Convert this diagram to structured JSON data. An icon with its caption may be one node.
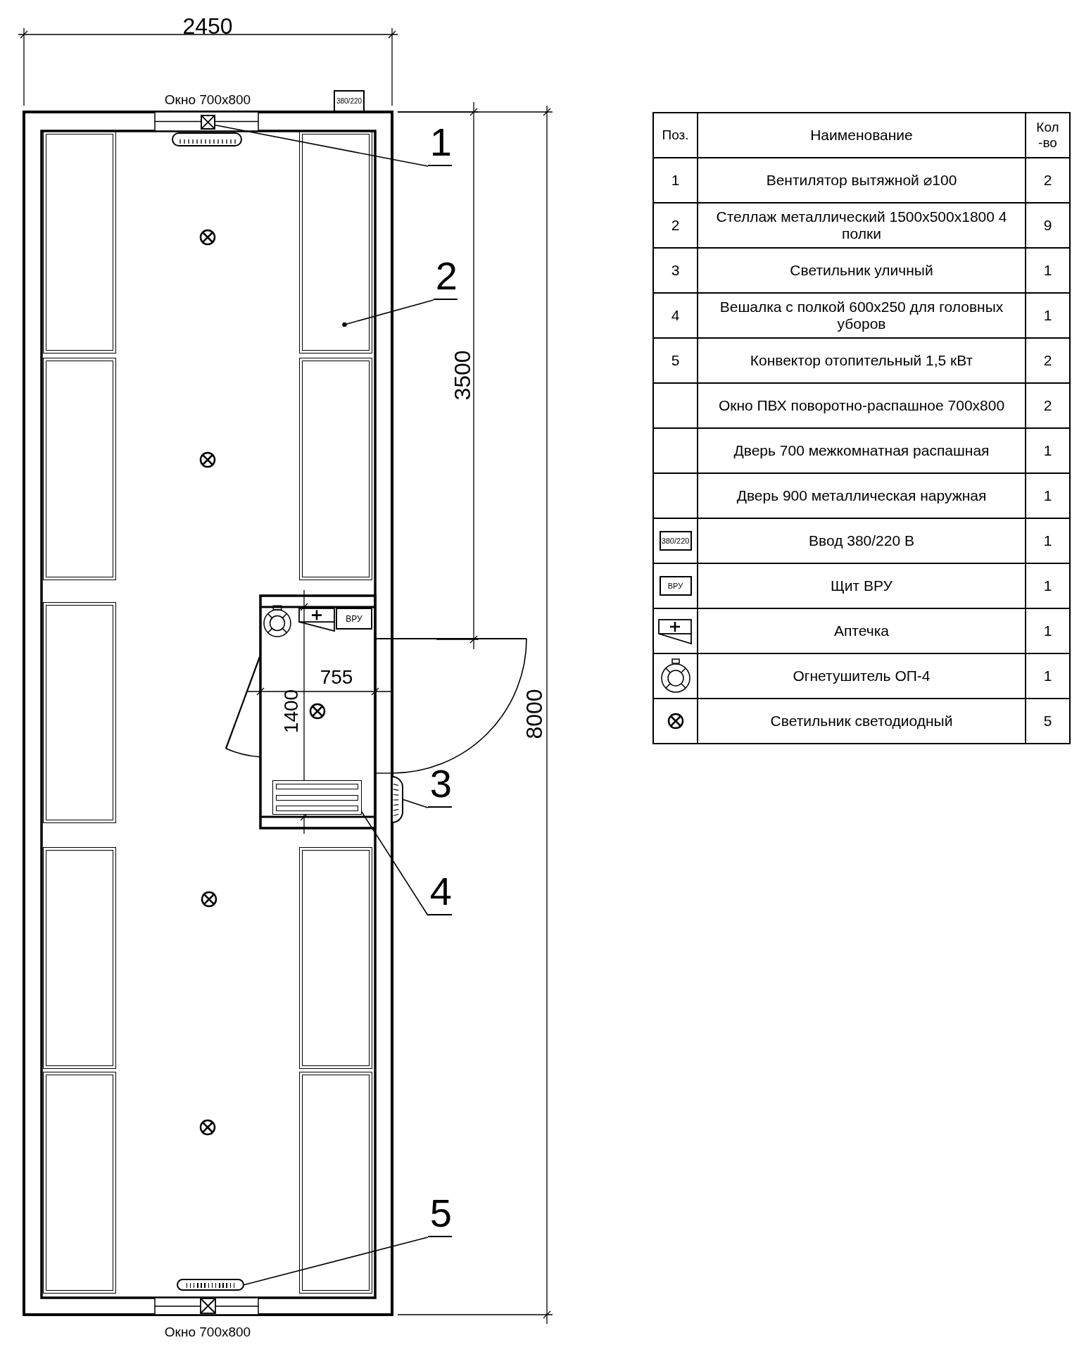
{
  "diagram": {
    "nodes": [
      {
        "text": [
          "1"
        ]
      },
      {
        "text": [],
        "shape": "box"
      },
      {
        "text": [
          "2"
        ]
      },
      {
        "text": [],
        "shape": "box"
      },
      {
        "text": [
          "3"
        ]
      },
      {
        "text": [],
        "shape": "circle"
      },
      {
        "text": [
          "4"
        ]
      },
      {
        "text": [],
        "shape": "box"
      },
      {
        "text": [
          "5"
        ]
      },
      {
        "text": [],
        "shape": "bar"
      },
      {
        "text": [
          "380/220"
        ]
      },
      {
        "text": [
          "ВРУ"
        ]
      },
      {
        "text": [
          "380/220"
        ]
      },
      {
        "text": [
          "ВРУ"
        ]
      },
      {
        "text": [],
        "shape": "box"
      },
      {
        "text": [],
        "shape": "box"
      },
      {
        "text": [],
        "shape": "box"
      },
      {
        "text": [],
        "shape": "box"
      },
      {
        "text": [],
        "shape": "box"
      },
      {
        "text": [],
        "shape": "box"
      },
      {
        "text": [],
        "shape": "box"
      },
      {
        "text": [],
        "shape": "box"
      }
    ],
    "edges": [
      {
        "from": 0,
        "to": 1,
        "arrow": "none"
      },
      {
        "from": 2,
        "to": 3,
        "arrow": "other"
      },
      {
        "from": 4,
        "to": 5,
        "arrow": "none"
      },
      {
        "from": 6,
        "to": 7,
        "arrow": "other"
      },
      {
        "from": 8,
        "to": 9,
        "arrow": "none"
      }
    ],
    "labels": [
      "2450",
      "Окно 700x800",
      "3500",
      "755",
      "1400",
      "8000",
      "Поз.",
      "Наименование",
      "Кол -во",
      "1",
      "Вентилятор вытяжной ⌀100",
      "2",
      "2",
      "Стеллаж металлический 1500x500x1800 4 полки",
      "9",
      "3",
      "Светильник уличный",
      "1",
      "4",
      "Вешалка с полкой 600x250 для головных уборов",
      "1",
      "5",
      "Конвектор отопительный 1,5 кВт",
      "2",
      "Окно ПВХ поворотно-распашное 700x800",
      "2",
      "Дверь 700 межкомнатная распашная",
      "1",
      "Дверь 900 металлическая наружная",
      "1",
      "Ввод 380/220 В",
      "1",
      "Щит ВРУ",
      "1",
      "Аптечка",
      "1",
      "Огнетушитель ОП-4",
      "1",
      "Светильник светодиодный",
      "5",
      "Окно 700x800"
    ]
  }
}
